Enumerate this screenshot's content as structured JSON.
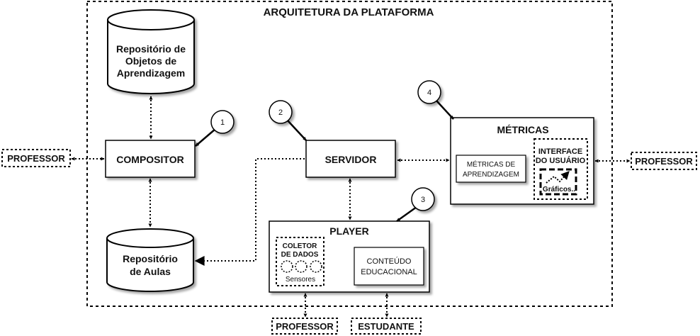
{
  "title": "ARQUITETURA DA PLATAFORMA",
  "repositorio_objetos": {
    "line1": "Repositório de",
    "line2": "Objetos de",
    "line3": "Aprendizagem"
  },
  "repositorio_aulas": {
    "line1": "Repositório",
    "line2": "de Aulas"
  },
  "compositor": "COMPOSITOR",
  "servidor": "SERVIDOR",
  "metricas": {
    "title": "MÉTRICAS",
    "aprendizagem": {
      "line1": "MÉTRICAS DE",
      "line2": "APRENDIZAGEM"
    },
    "interface": {
      "line1": "INTERFACE",
      "line2": "DO USUÁRIO",
      "graficos": "Gráficos.."
    }
  },
  "player": {
    "title": "PLAYER",
    "coletor": {
      "line1": "COLETOR",
      "line2": "DE DADOS",
      "sensores": "Sensores"
    },
    "conteudo": {
      "line1": "CONTEÚDO",
      "line2": "EDUCACIONAL"
    }
  },
  "actors": {
    "professor_left": "PROFESSOR",
    "professor_right": "PROFESSOR",
    "professor_bottom": "PROFESSOR",
    "estudante": "ESTUDANTE"
  },
  "callouts": [
    "1",
    "2",
    "3",
    "4"
  ]
}
